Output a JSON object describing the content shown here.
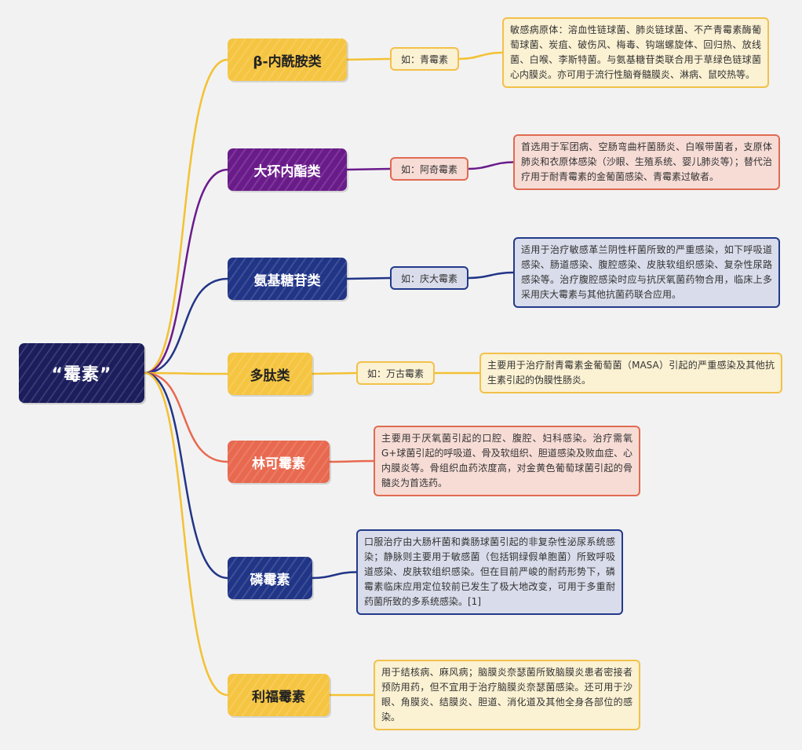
{
  "root": {
    "label": "“霉素”"
  },
  "branches": [
    {
      "label": "β-内酰胺类",
      "color": "#f5c542",
      "example": "如：青霉素",
      "description": "敏感病原体：溶血性链球菌、肺炎链球菌、不产青霉素酶葡萄球菌、炭疽、破伤风、梅毒、钩端螺旋体、回归热、放线菌、白喉、李斯特菌。与氨基糖苷类联合用于草绿色链球菌心内膜炎。亦可用于流行性脑脊髓膜炎、淋病、鼠咬热等。"
    },
    {
      "label": "大环内酯类",
      "color": "#6a1b8a",
      "example": "如：阿奇霉素",
      "description": "首选用于军团病、空肠弯曲杆菌肠炎、白喉带菌者，支原体肺炎和衣原体感染（沙眼、生殖系统、婴儿肺炎等）；替代治疗用于耐青霉素的金葡菌感染、青霉素过敏者。"
    },
    {
      "label": "氨基糖苷类",
      "color": "#213587",
      "example": "如：庆大霉素",
      "description": "适用于治疗敏感革兰阴性杆菌所致的严重感染，如下呼吸道感染、肠道感染、腹腔感染、皮肤软组织感染、复杂性尿路感染等。治疗腹腔感染时应与抗厌氧菌药物合用，临床上多采用庆大霉素与其他抗菌药联合应用。"
    },
    {
      "label": "多肽类",
      "color": "#f5c542",
      "example": "如：万古霉素",
      "description": "主要用于治疗耐青霉素金葡萄菌（MASA）引起的严重感染及其他抗生素引起的伪膜性肠炎。"
    },
    {
      "label": "林可霉素",
      "color": "#e8694f",
      "description": "主要用于厌氧菌引起的口腔、腹腔、妇科感染。治疗需氧G+球菌引起的呼吸道、骨及软组织、胆道感染及败血症、心内膜炎等。骨组织血药浓度高，对金黄色葡萄球菌引起的骨髓炎为首选药。"
    },
    {
      "label": "磷霉素",
      "color": "#213587",
      "description": "口服治疗由大肠杆菌和粪肠球菌引起的非复杂性泌尿系统感染；静脉则主要用于敏感菌（包括铜绿假单胞菌）所致呼吸道感染、皮肤软组织感染。但在目前严峻的耐药形势下，磷霉素临床应用定位较前已发生了极大地改变，可用于多重耐药菌所致的多系统感染。[1]"
    },
    {
      "label": "利福霉素",
      "color": "#f5c542",
      "description": "用于结核病、麻风病；脑膜炎奈瑟菌所致脑膜炎患者密接者预防用药，但不宜用于治疗脑膜炎奈瑟菌感染。还可用于沙眼、角膜炎、结膜炎、胆道、消化道及其他全身各部位的感染。"
    }
  ]
}
